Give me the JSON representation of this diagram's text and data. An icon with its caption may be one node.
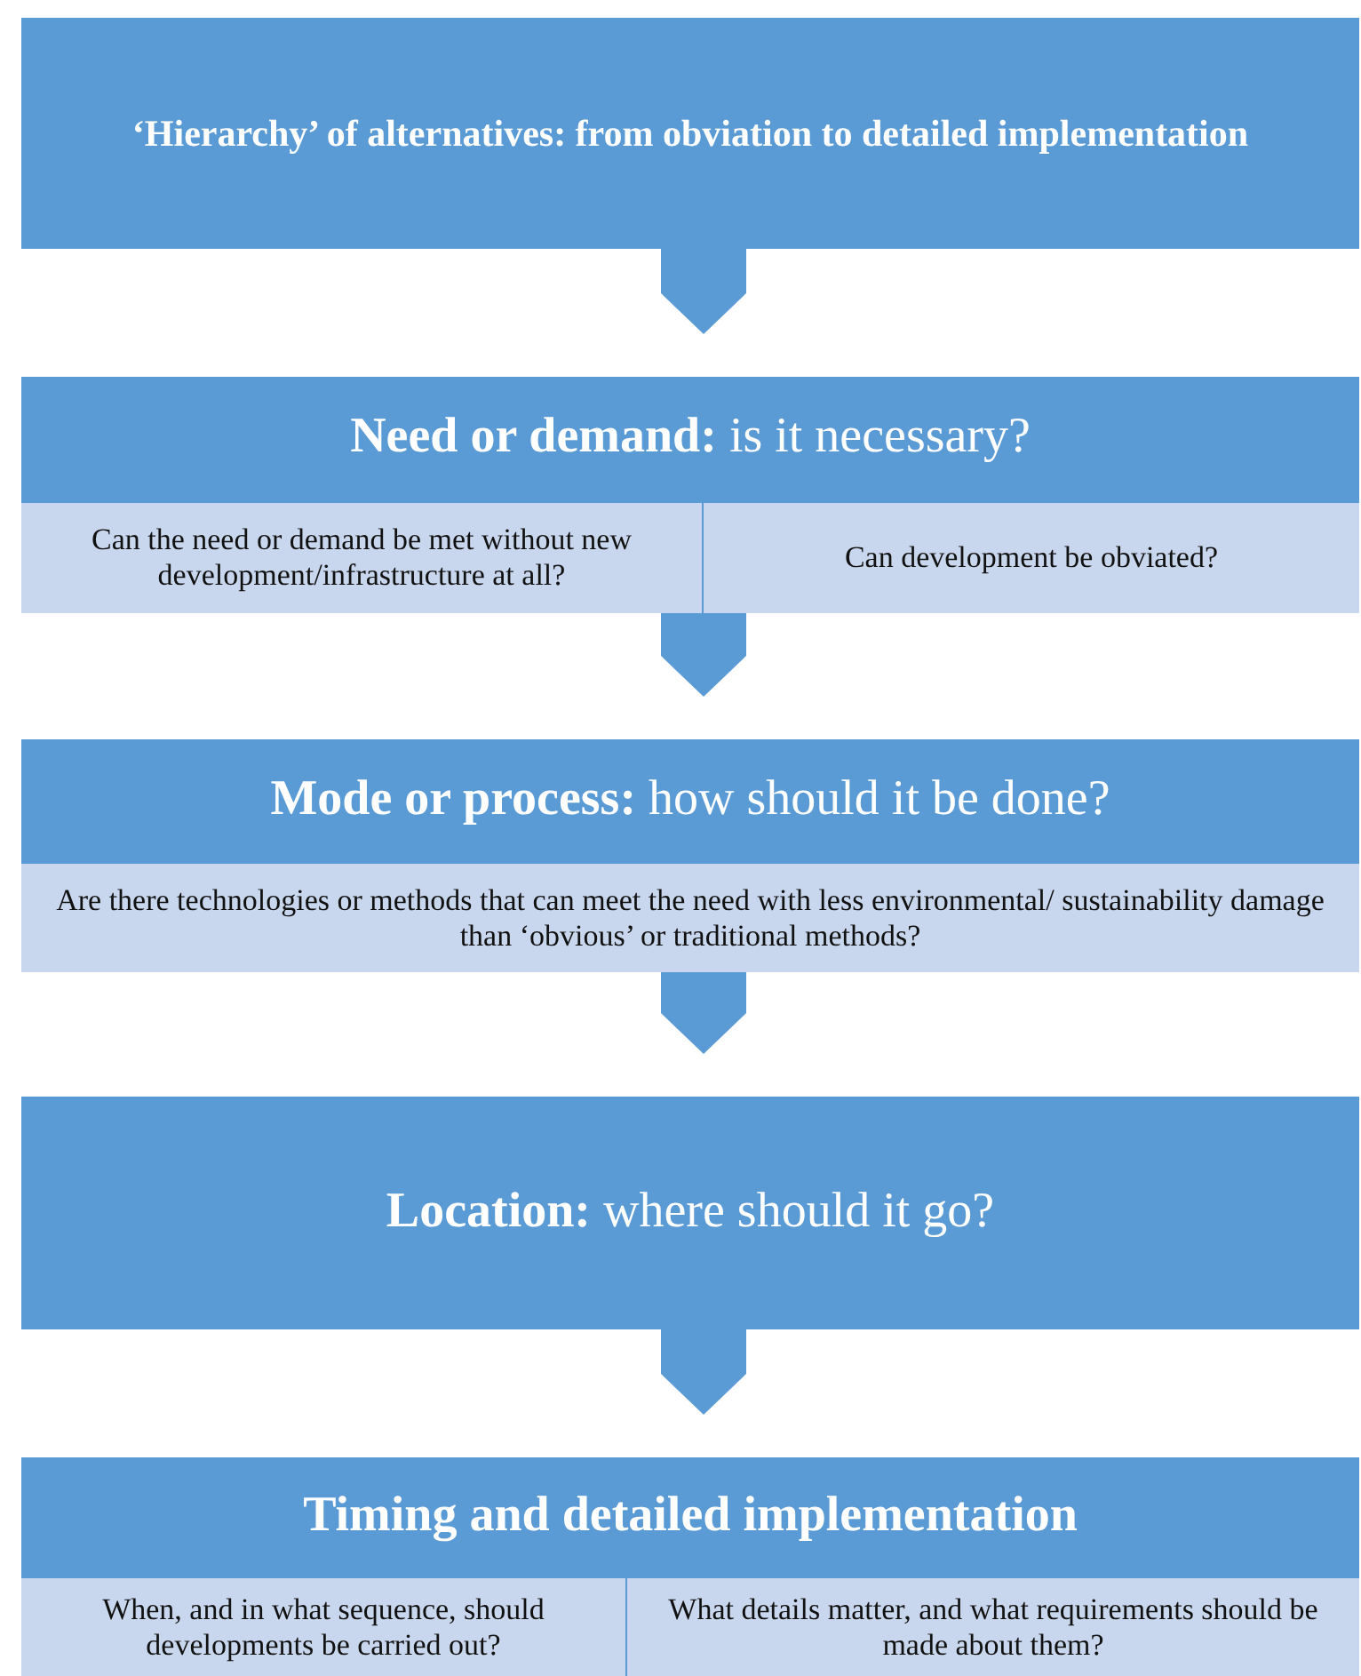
{
  "diagram": {
    "nodes": [
      {
        "text": [
          "‘Hierarchy’ of alternatives: from obviation to detailed implementation"
        ]
      },
      {
        "text": [
          "**Need or demand:** is it necessary?"
        ]
      },
      {
        "text": [
          "Can the need or demand be met without new development/infrastructure at all?"
        ],
        "in": 1
      },
      {
        "text": [
          "Can development be obviated?"
        ],
        "in": 1
      },
      {
        "text": [
          "**Mode or process:** how should it be done?"
        ]
      },
      {
        "text": [
          "Are there technologies or methods that can meet the need with less environmental/ sustainability damage than ‘obvious’ or traditional methods?"
        ],
        "in": 4
      },
      {
        "text": [
          "**Location:** where should it go?"
        ]
      },
      {
        "text": [
          "Timing and detailed implementation"
        ]
      },
      {
        "text": [
          "When, and in what sequence, should developments be carried out?"
        ],
        "in": 7
      },
      {
        "text": [
          "What details matter, and what requirements should be made about them?"
        ],
        "in": 7
      }
    ],
    "edges": [
      {
        "from": 0,
        "to": 1,
        "arrow": "to"
      },
      {
        "from": 1,
        "to": 4,
        "arrow": "to"
      },
      {
        "from": 4,
        "to": 6,
        "arrow": "to"
      },
      {
        "from": 6,
        "to": 7,
        "arrow": "to"
      }
    ]
  }
}
